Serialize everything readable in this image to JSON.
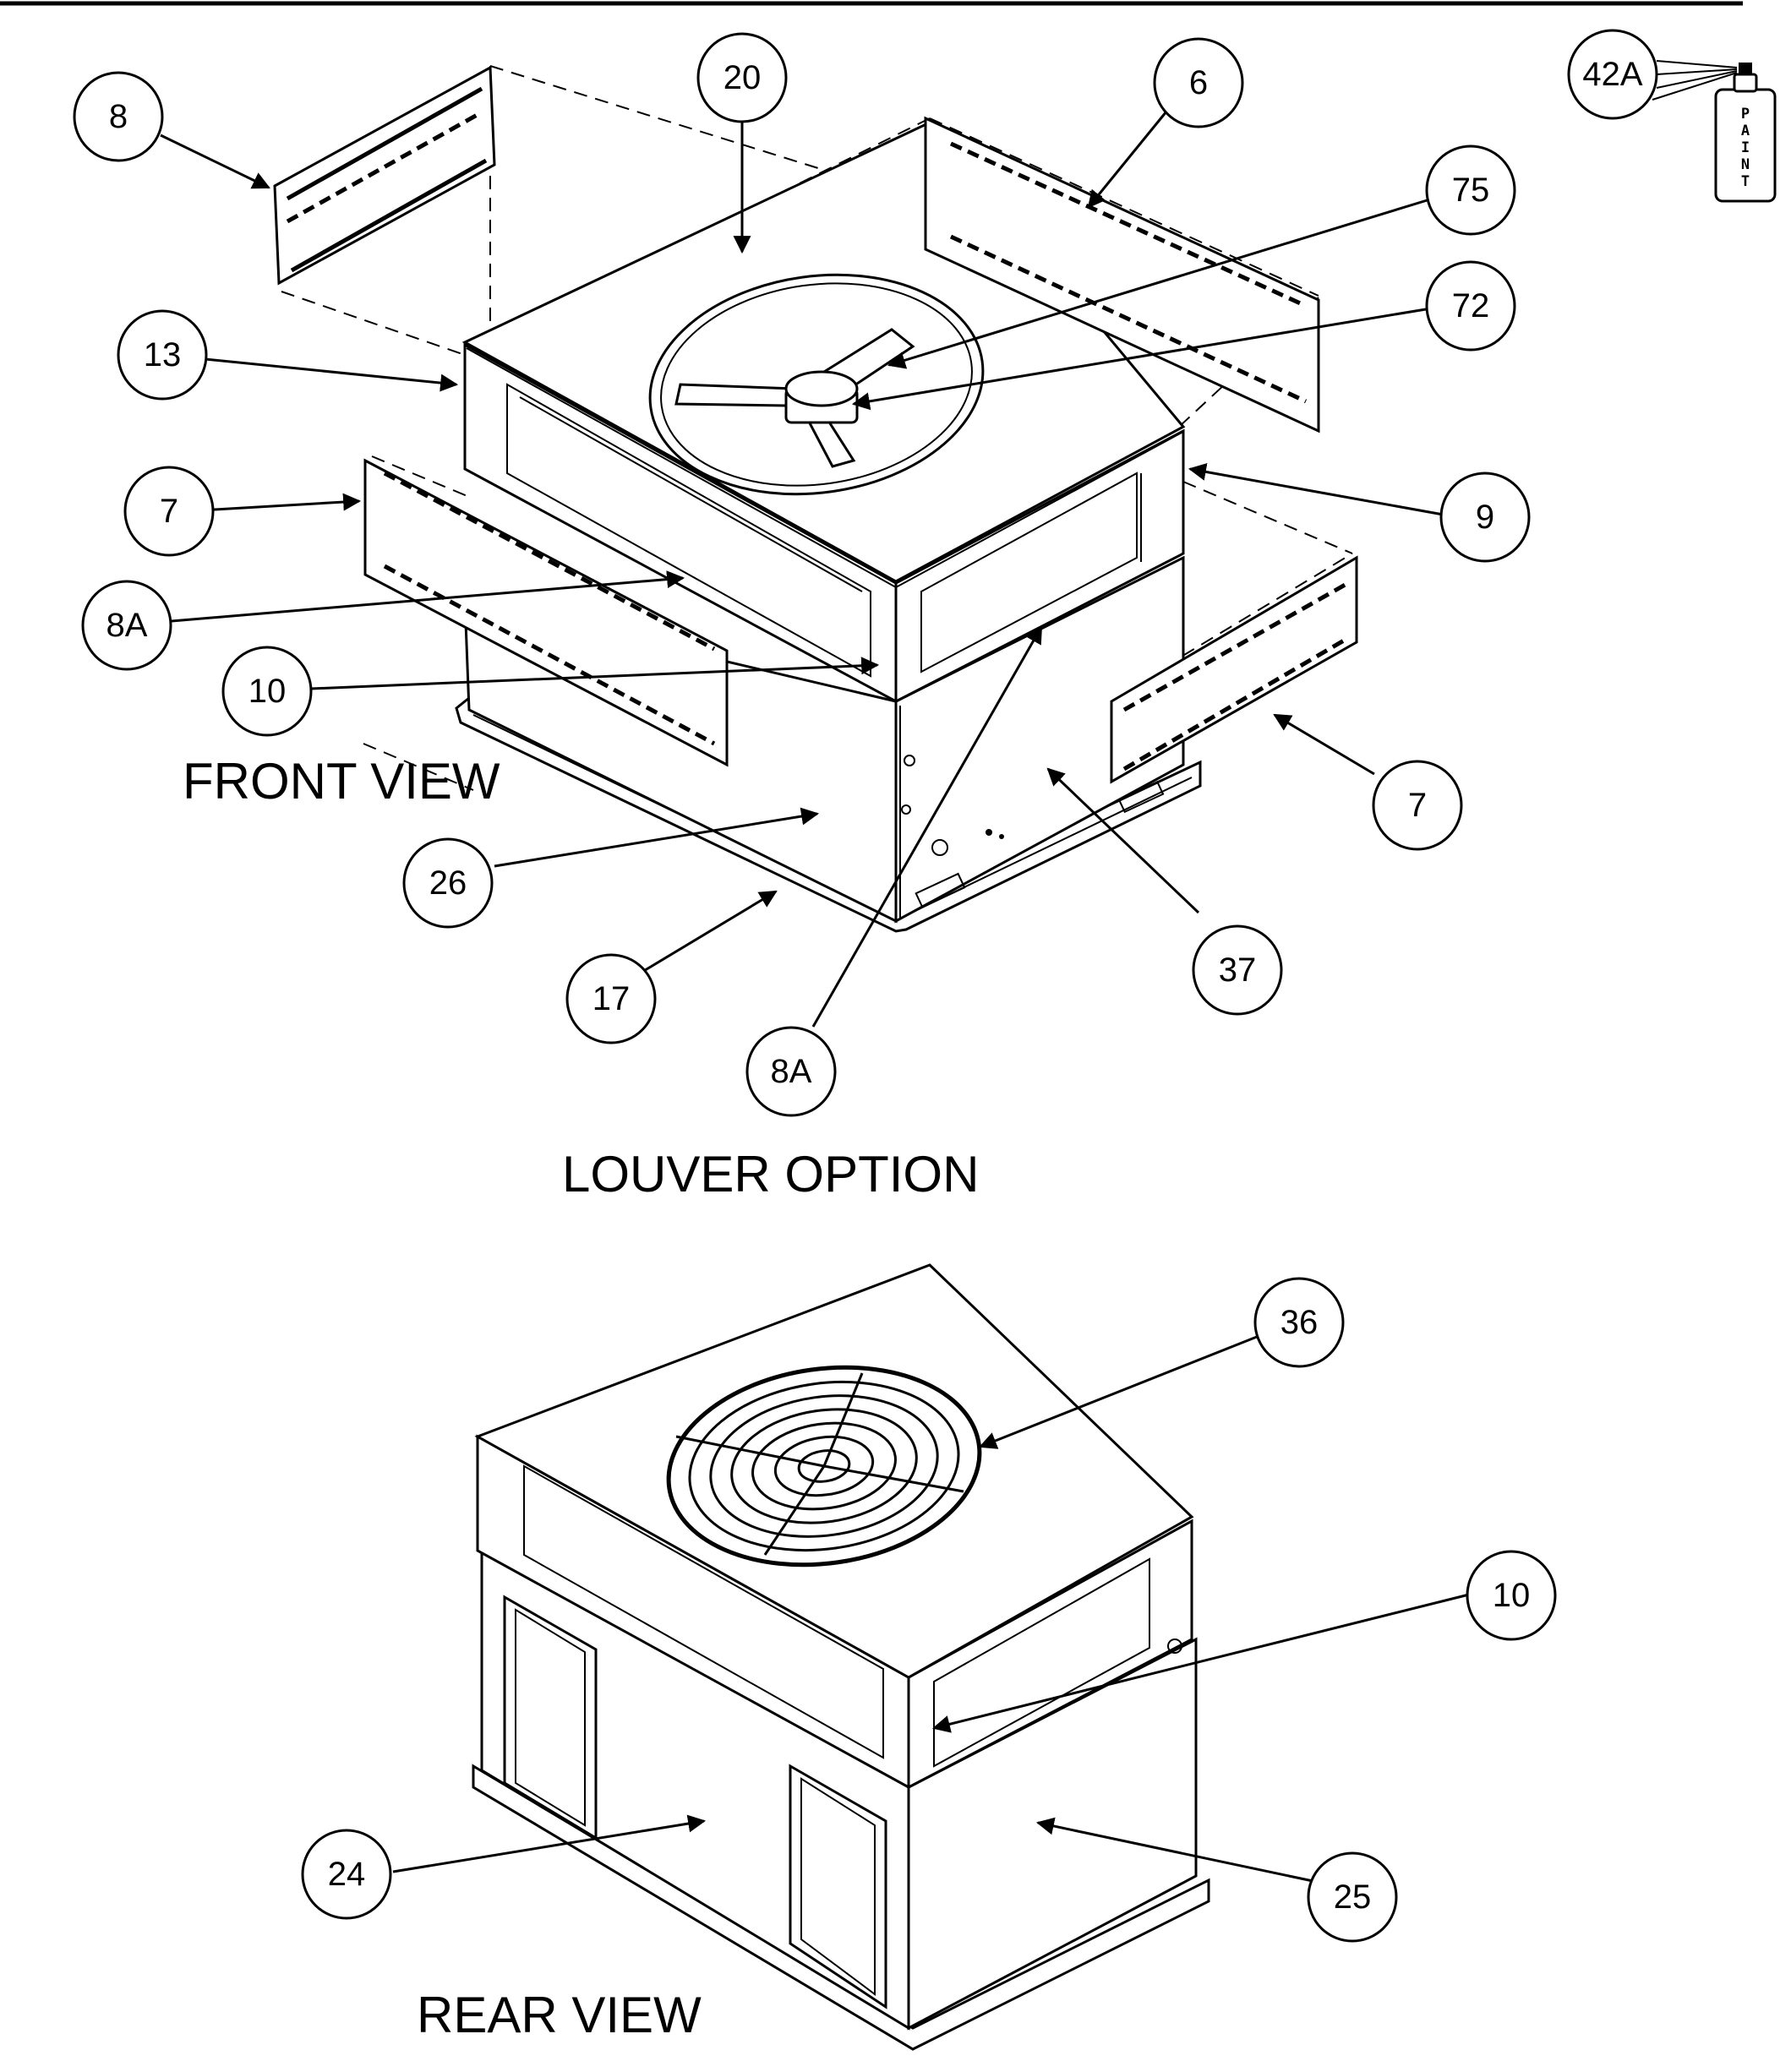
{
  "views": {
    "front_title": "FRONT VIEW",
    "louver_title": "LOUVER OPTION",
    "rear_title": "REAR VIEW"
  },
  "paint_can": {
    "callout": "42A",
    "label_letters": [
      "P",
      "A",
      "I",
      "N",
      "T"
    ]
  },
  "callouts": {
    "c8": "8",
    "c20": "20",
    "c6": "6",
    "c75": "75",
    "c72": "72",
    "c13": "13",
    "c7_left": "7",
    "c9": "9",
    "c8A_left": "8A",
    "c10_front": "10",
    "c7_right": "7",
    "c26": "26",
    "c37": "37",
    "c17": "17",
    "c8A_bottom": "8A",
    "c36": "36",
    "c10_rear": "10",
    "c24": "24",
    "c25": "25"
  }
}
